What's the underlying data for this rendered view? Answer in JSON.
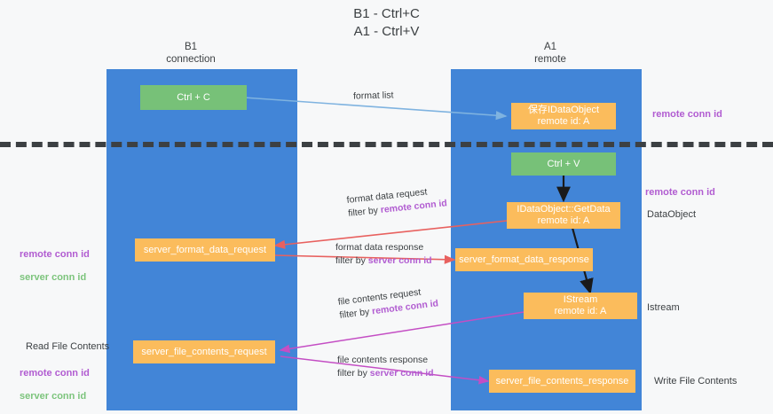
{
  "title": "B1 - Ctrl+C\nA1 - Ctrl+V",
  "colors": {
    "lane": "#4285d7",
    "node_orange": "#fbbc5c",
    "node_green": "#77c178",
    "remote_conn": "#b15cd1",
    "server_conn": "#7cc47c",
    "arrow_blue": "#7fb3e0",
    "arrow_red": "#e8615f",
    "arrow_magenta": "#c44ec4",
    "arrow_black": "#1a1a1a",
    "background": "#f7f8f9",
    "text": "#3c4043"
  },
  "lanes": [
    {
      "id": "b1",
      "title": "B1\nconnection"
    },
    {
      "id": "a1",
      "title": "A1\nremote"
    }
  ],
  "nodes": {
    "ctrl_c": {
      "label": "Ctrl + C"
    },
    "save_dataobject": {
      "line1": "保存IDataObject",
      "line2": "remote id: A"
    },
    "ctrl_v": {
      "label": "Ctrl + V"
    },
    "getdata": {
      "line1": "IDataObject::GetData",
      "line2": "remote id: A"
    },
    "server_format_data_request": {
      "label": "server_format_data_request"
    },
    "server_format_data_response": {
      "label": "server_format_data_response"
    },
    "istream": {
      "line1": "IStream",
      "line2": "remote id: A"
    },
    "server_file_contents_request": {
      "label": "server_file_contents_request"
    },
    "server_file_contents_response": {
      "label": "server_file_contents_response"
    }
  },
  "edges": {
    "format_list": {
      "label": "format list"
    },
    "format_data_request": {
      "line1": "format data request",
      "line2_prefix": "filter by ",
      "line2_token": "remote conn id"
    },
    "format_data_response": {
      "line1": "format data response",
      "line2_prefix": "filter by ",
      "line2_token": "server conn id"
    },
    "file_contents_request": {
      "line1": "file contents request",
      "line2_prefix": "filter by ",
      "line2_token": "remote conn id"
    },
    "file_contents_response": {
      "line1": "file contents response",
      "line2_prefix": "filter by ",
      "line2_token": "server conn id"
    }
  },
  "annotations": {
    "right_remote_top": "remote conn id",
    "right_remote_mid": "remote conn id",
    "right_dataobject": "DataObject",
    "right_istream": "Istream",
    "right_write_file": "Write File Contents",
    "left_conn_ids_line1": "remote conn id",
    "left_conn_ids_line2": "server conn id",
    "left_read_file": "Read File Contents",
    "left_read_conn_line1": "remote conn id",
    "left_read_conn_line2": "server conn id"
  }
}
